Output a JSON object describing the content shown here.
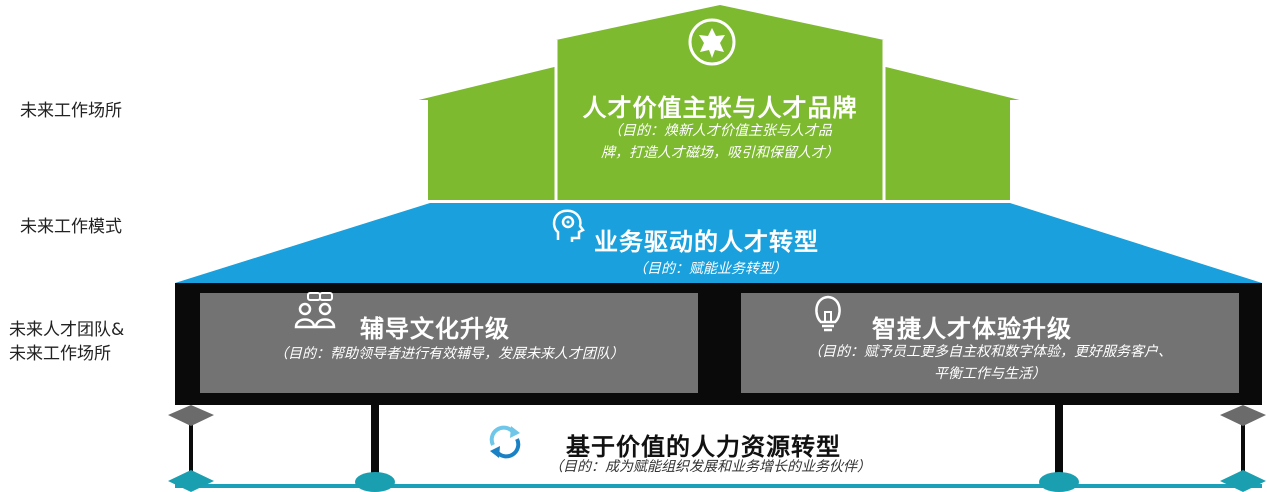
{
  "side_labels": {
    "future_workplace": "未来工作场所",
    "future_work_mode": "未来工作模式",
    "future_team_line1": "未来人才团队&",
    "future_team_line2": "未来工作场所"
  },
  "roof": {
    "title": "人才价值主张与人才品牌",
    "subtitle_line1": "（目的：焕新人才价值主张与人才品",
    "subtitle_line2": "牌，打造人才磁场，吸引和保留人才）",
    "icon": "star-badge-icon",
    "color": "#7dba2f"
  },
  "transformation": {
    "title": "业务驱动的人才转型",
    "subtitle": "（目的：赋能业务转型）",
    "icon": "gear-head-icon",
    "color": "#1aa0dc"
  },
  "panels": [
    {
      "title": "辅导文化升级",
      "subtitle_line1": "（目的：帮助领导者进行有效辅导，发展未来人才团队）",
      "subtitle_line2": "",
      "icon": "coaching-people-icon"
    },
    {
      "title": "智捷人才体验升级",
      "subtitle_line1": "（目的：赋予员工更多自主权和数字体验，更好服务客户、",
      "subtitle_line2": "平衡工作与生活）",
      "icon": "lightbulb-icon"
    }
  ],
  "foundation": {
    "title": "基于价值的人力资源转型",
    "subtitle": "（目的：成为赋能组织发展和业务增长的业务伙伴）",
    "icon": "refresh-arrows-icon",
    "line_color": "#1aa0b8"
  },
  "colors": {
    "panel_gray": "#737373",
    "frame_black": "#0a0a0a",
    "diamond_gray": "#6b6b6b",
    "diamond_teal": "#1a9fb0"
  }
}
